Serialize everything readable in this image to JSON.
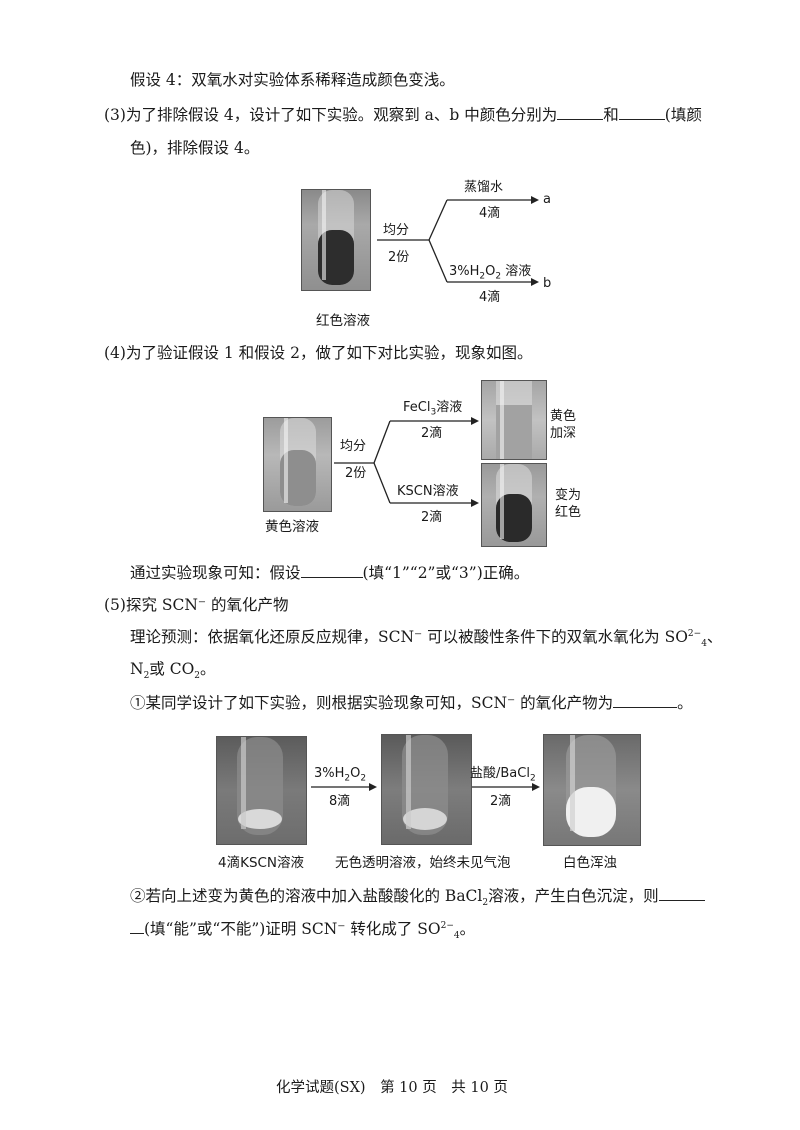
{
  "hypothesis4": "假设 4：双氧水对实验体系稀释造成颜色变浅。",
  "q3": {
    "line1_pre": "(3)为了排除假设 4，设计了如下实验。观察到 a、b 中颜色分别为",
    "line1_mid": "和",
    "line1_post": "(填颜",
    "line2": "色)，排除假设 4。",
    "split_top": "均分",
    "split_bottom": "2份",
    "branch1_reagent": "蒸馏水",
    "branch1_amount": "4滴",
    "branch1_end": "a",
    "branch2_reagent_pre": "3%H",
    "branch2_reagent_sub1": "2",
    "branch2_reagent_mid": "O",
    "branch2_reagent_sub2": "2",
    "branch2_reagent_post": " 溶液",
    "branch2_amount": "4滴",
    "branch2_end": "b",
    "tube_caption": "红色溶液"
  },
  "q4": {
    "line1": "(4)为了验证假设 1 和假设 2，做了如下对比实验，现象如图。",
    "split_top": "均分",
    "split_bottom": "2份",
    "branch1_reagent_pre": "FeCl",
    "branch1_reagent_sub": "3",
    "branch1_reagent_post": "溶液",
    "branch1_amount": "2滴",
    "branch1_result_l1": "黄色",
    "branch1_result_l2": "加深",
    "branch2_reagent": "KSCN溶液",
    "branch2_amount": "2滴",
    "branch2_result_l1": "变为",
    "branch2_result_l2": "红色",
    "tube_caption": "黄色溶液",
    "conclusion_pre": "通过实验现象可知：假设",
    "conclusion_post": "(填“1”“2”或“3”)正确。"
  },
  "q5": {
    "title": "(5)探究 SCN⁻ 的氧化产物",
    "prediction_l1_pre": "理论预测：依据氧化还原反应规律，SCN⁻ 可以被酸性条件下的双氧水氧化为 SO",
    "prediction_l1_sup": "2−",
    "prediction_l1_sub": "4",
    "prediction_l1_post": "、",
    "prediction_l2_a": "N",
    "prediction_l2_sub1": "2",
    "prediction_l2_b": "或 CO",
    "prediction_l2_sub2": "2",
    "prediction_l2_c": "。",
    "item1_pre": "①某同学设计了如下实验，则根据实验现象可知，SCN⁻ 的氧化产物为",
    "item1_post": "。",
    "step1_reagent_pre": "3%H",
    "step1_reagent_sub1": "2",
    "step1_reagent_mid": "O",
    "step1_reagent_sub2": "2",
    "step1_amount": "8滴",
    "step2_reagent_pre": "盐酸/BaCl",
    "step2_reagent_sub": "2",
    "step2_amount": "2滴",
    "caption1": "4滴KSCN溶液",
    "caption2": "无色透明溶液，始终未见气泡",
    "caption3": "白色浑浊",
    "item2_l1_pre": "②若向上述变为黄色的溶液中加入盐酸酸化的 BaCl",
    "item2_l1_sub": "2",
    "item2_l1_post": "溶液，产生白色沉淀，则",
    "item2_l2_pre": "(填“能”或“不能”)证明 SCN⁻ 转化成了 SO",
    "item2_l2_sup": "2−",
    "item2_l2_sub": "4",
    "item2_l2_post": "。"
  },
  "footer": "化学试题(SX)　第 10 页　共 10 页"
}
